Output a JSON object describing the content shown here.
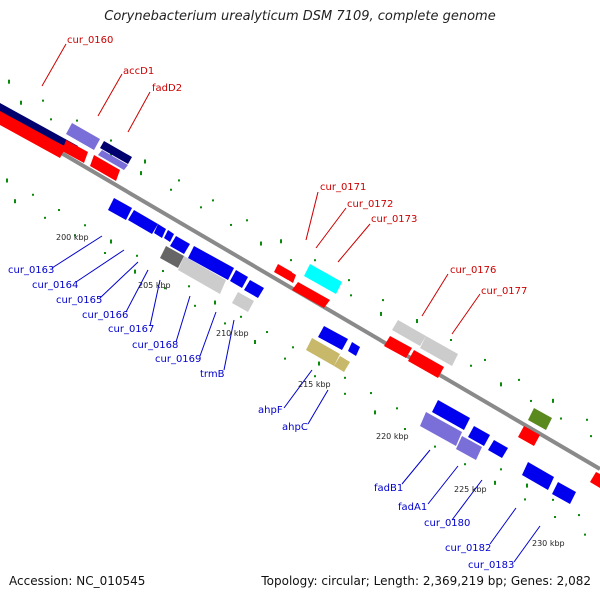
{
  "title": "Corynebacterium urealyticum DSM 7109, complete genome",
  "footer": {
    "accession": "Accession: NC_010545",
    "summary": "Topology: circular; Length: 2,369,219 bp; Genes: 2,082"
  },
  "colors": {
    "forward_cds": "#ff0000",
    "reverse_cds": "#0000ee",
    "dark_navy": "#00006e",
    "lavender": "#7a6ed8",
    "light_gray": "#cccccc",
    "dark_gray": "#666666",
    "cyan": "#00ffff",
    "olive": "#c8b86a",
    "green": "#5a8a1e",
    "skew_green": "#0a8a0a",
    "backbone": "#8a8a8a"
  },
  "scale_labels": [
    "200 kbp",
    "205 kbp",
    "210 kbp",
    "215 kbp",
    "220 kbp",
    "225 kbp",
    "230 kbp"
  ],
  "gene_labels_forward": [
    "cur_0160",
    "accD1",
    "fadD2",
    "cur_0171",
    "cur_0172",
    "cur_0173",
    "cur_0176",
    "cur_0177"
  ],
  "gene_labels_reverse": [
    "cur_0163",
    "cur_0164",
    "cur_0165",
    "cur_0166",
    "cur_0167",
    "cur_0168",
    "cur_0169",
    "trmB",
    "ahpF",
    "ahpC",
    "fadB1",
    "fadA1",
    "cur_0180",
    "cur_0182",
    "cur_0183"
  ]
}
